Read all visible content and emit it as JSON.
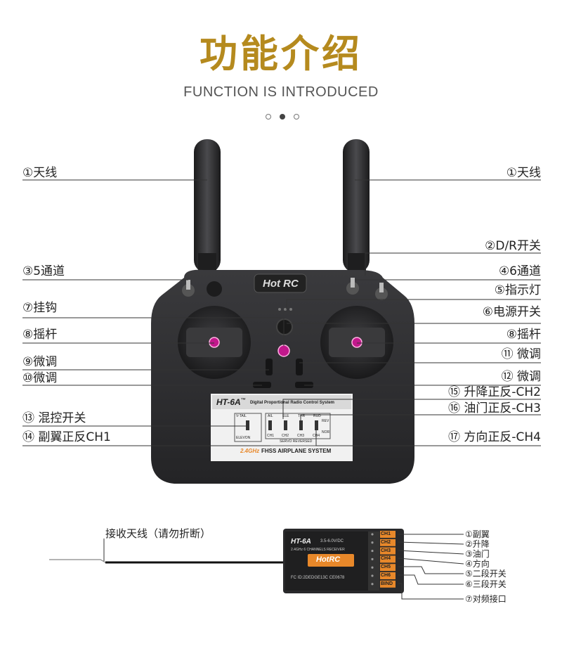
{
  "header": {
    "title": "功能介绍",
    "subtitle": "FUNCTION IS INTRODUCED",
    "page_dots": 3,
    "active_dot": 1
  },
  "transmitter": {
    "brand": "Hot RC",
    "model": "HT-6A",
    "model_tm": "™",
    "panel_heading": "Digital Proportional Radio Control System",
    "switch_labels": {
      "vtail": "V-TAIL",
      "elevon": "ELEVON",
      "ail": "AIL",
      "ele": "ELE",
      "thr": "THR",
      "rud": "RUD",
      "rev": "REV",
      "nor": "NOR",
      "ch1": "CH1",
      "ch2": "CH2",
      "ch3": "CH3",
      "ch4": "CH4",
      "servo_reversed": "SERVO REVERSED"
    },
    "band": "2.4GHz",
    "system": "FHSS AIRPLANE SYSTEM",
    "labels_left": [
      "①天线",
      "③5通道",
      "⑦挂钩",
      "⑧摇杆",
      "⑨微调",
      "⑩微调",
      "⑬ 混控开关",
      "⑭ 副翼正反CH1"
    ],
    "labels_right": [
      "①天线",
      "②D/R开关",
      "④6通道",
      "⑤指示灯",
      "⑥电源开关",
      "⑧摇杆",
      "⑪ 微调",
      "⑫ 微调",
      "⑮ 升降正反-CH2",
      "⑯ 油门正反-CH3",
      "⑰ 方向正反-CH4"
    ]
  },
  "receiver": {
    "caption": "接收天线（请勿折断）",
    "model": "HT-6A",
    "voltage": "3.5-6.0V/DC",
    "freq_line": "2.4GHz 6 CHANNELS RECEIVER",
    "brand": "HotRC",
    "cert": "FC ID:2DEDGE13C CE0678",
    "ports": [
      "CH1",
      "CH2",
      "CH3",
      "CH4",
      "CH5",
      "CH6",
      "BIND"
    ],
    "labels": [
      "①副翼",
      "②升降",
      "③油门",
      "④方向",
      "⑤二段开关",
      "⑥三段开关",
      "⑦对频接口"
    ]
  },
  "colors": {
    "title": "#b58a1e",
    "body": "#2b2b2d",
    "accent_port": "#e8882a",
    "stick_tip": "#c2188c"
  }
}
